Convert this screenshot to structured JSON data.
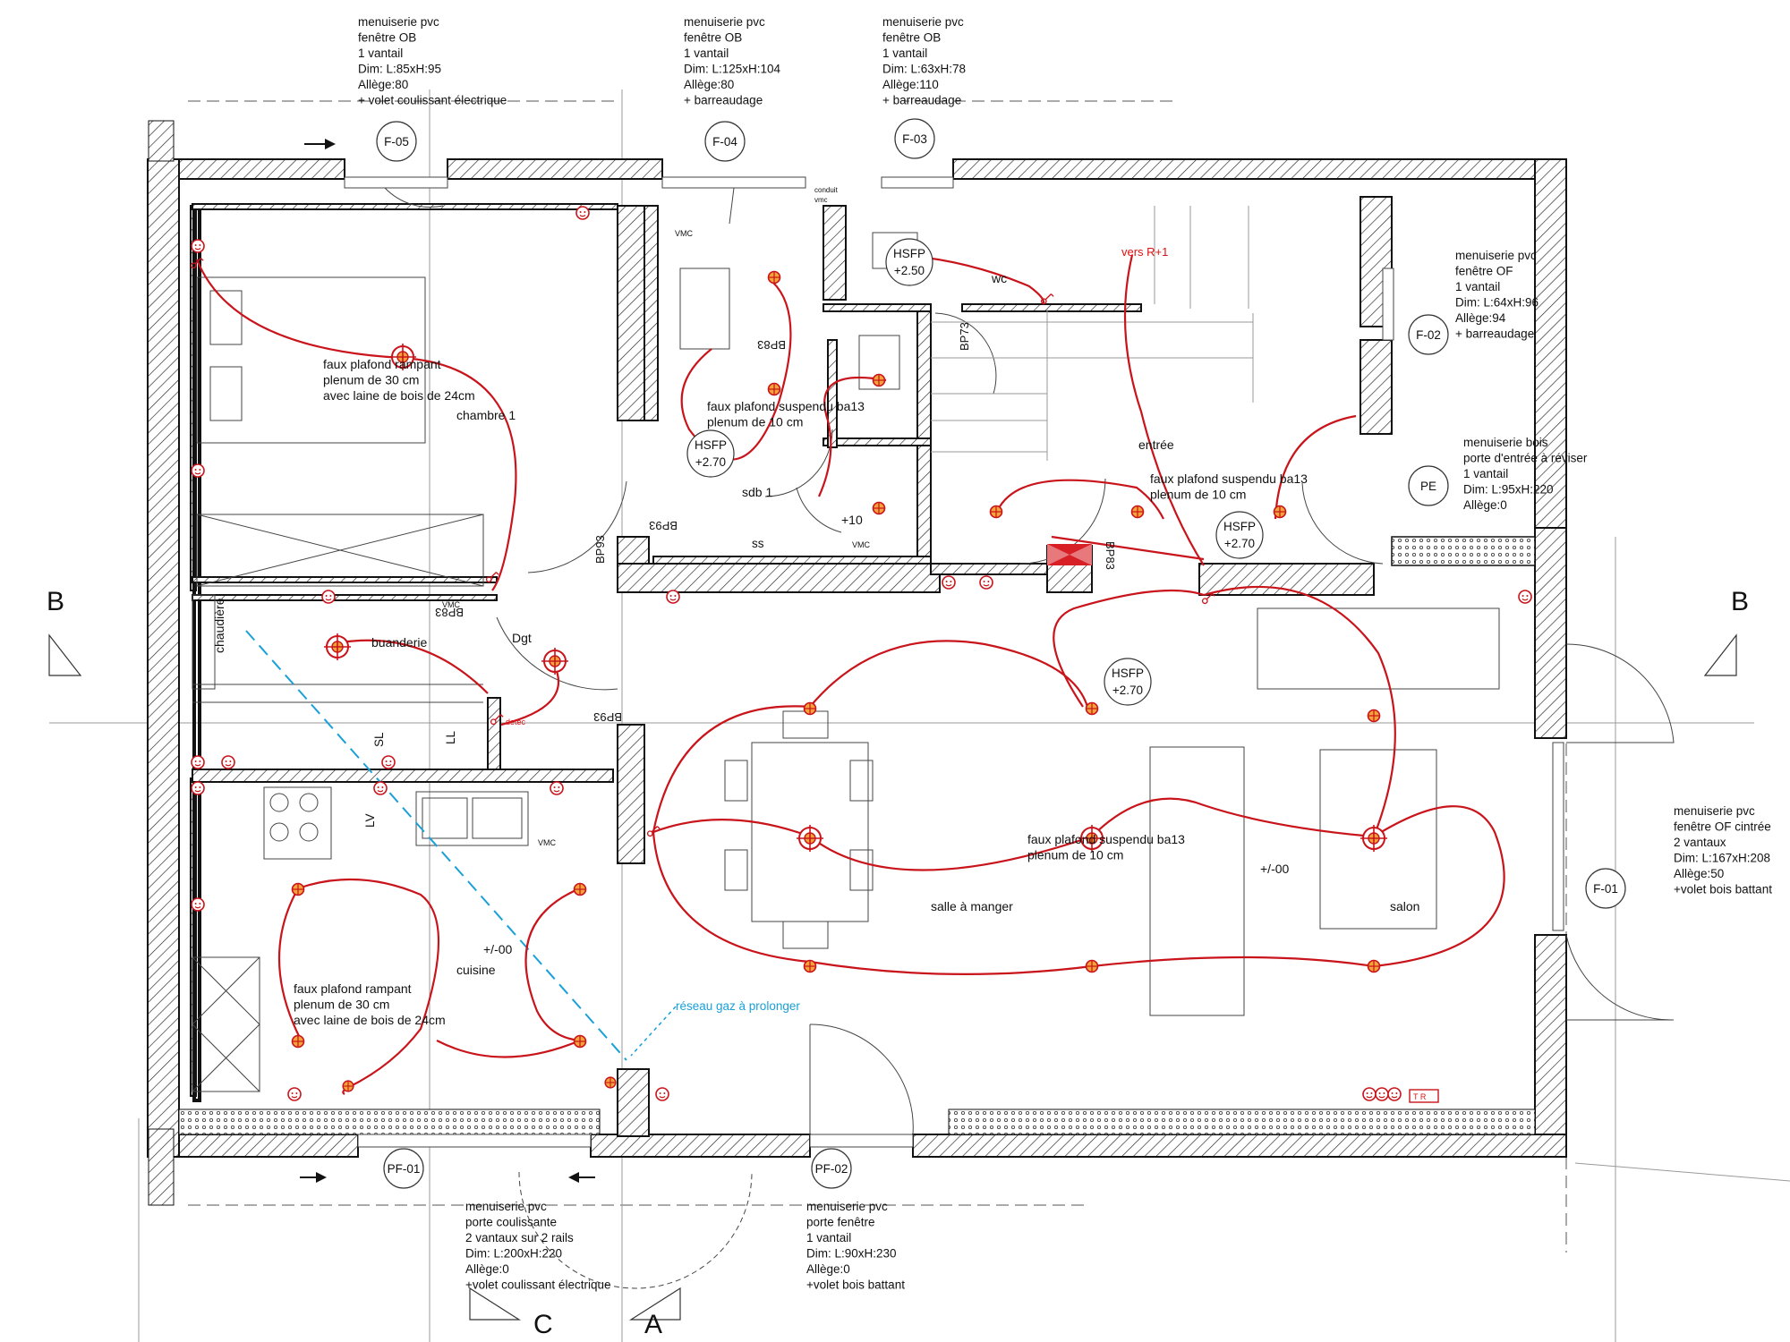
{
  "windows": [
    {
      "tag": "F-05",
      "lines": [
        "menuiserie pvc",
        "fenêtre OB",
        "1 vantail",
        "Dim: L:85xH:95",
        "Allège:80",
        "+ volet coulissant électrique"
      ]
    },
    {
      "tag": "F-04",
      "lines": [
        "menuiserie pvc",
        "fenêtre OB",
        "1 vantail",
        "Dim: L:125xH:104",
        "Allège:80",
        "+ barreaudage"
      ]
    },
    {
      "tag": "F-03",
      "lines": [
        "menuiserie pvc",
        "fenêtre OB",
        "1 vantail",
        "Dim: L:63xH:78",
        "Allège:110",
        "+ barreaudage"
      ]
    },
    {
      "tag": "F-02",
      "lines": [
        "menuiserie pvc",
        "fenêtre OF",
        "1 vantail",
        "Dim: L:64xH:96",
        "Allège:94",
        "+ barreaudage"
      ]
    },
    {
      "tag": "PE",
      "lines": [
        "menuiserie bois",
        "porte d'entrée à réviser",
        "1 vantail",
        "Dim: L:95xH:220",
        "Allège:0"
      ]
    },
    {
      "tag": "F-01",
      "lines": [
        "menuiserie pvc",
        "fenêtre OF cintrée",
        "2 vantaux",
        "Dim: L:167xH:208",
        "Allège:50",
        "+volet bois battant"
      ]
    },
    {
      "tag": "PF-01",
      "lines": [
        "menuiserie pvc",
        "porte coulissante",
        "2 vantaux sur 2 rails",
        "Dim: L:200xH:220",
        "Allège:0",
        "+volet coulissant électrique"
      ]
    },
    {
      "tag": "PF-02",
      "lines": [
        "menuiserie pvc",
        "porte fenêtre",
        "1 vantail",
        "Dim: L:90xH:230",
        "Allège:0",
        "+volet bois battant"
      ]
    }
  ],
  "rooms": {
    "chambre": "chambre 1",
    "sdb": "sdb 1",
    "wc": "wc",
    "entree": "entrée",
    "buanderie": "buanderie",
    "dgt": "Dgt",
    "cuisine": "cuisine",
    "salle": "salle à manger",
    "salon": "salon",
    "chaudiere": "chaudière"
  },
  "ceilings": {
    "chambre": [
      "faux plafond rampant",
      "plenum de 30 cm",
      "avec laine de bois de 24cm"
    ],
    "sdb": [
      "faux plafond suspendu ba13",
      "plenum de 10 cm"
    ],
    "entree": [
      "faux plafond suspendu ba13",
      "plenum de 10 cm"
    ],
    "sejour": [
      "faux plafond suspendu ba13",
      "plenum de 10 cm"
    ],
    "cuisine": [
      "faux plafond rampant",
      "plenum de 30 cm",
      "avec laine de bois de 24cm"
    ]
  },
  "heights": {
    "h_sdb": [
      "HSFP",
      "+2.70"
    ],
    "h_wc": [
      "HSFP",
      "+2.50"
    ],
    "h_entree": [
      "HSFP",
      "+2.70"
    ],
    "h_sejour": [
      "HSFP",
      "+2.70"
    ]
  },
  "levels": {
    "sdb": "+10",
    "sejour": "+/-00",
    "cuisine": "+/-00"
  },
  "misc": {
    "vers": "vers R+1",
    "ss": "ss",
    "sl": "SL",
    "ll": "LL",
    "lv": "LV",
    "vmc": "VMC",
    "conduit": "conduit",
    "vmc_small": "vmc",
    "gaz": "réseau gaz à prolonger",
    "detect": "detec",
    "tr": "T R"
  },
  "bp": {
    "bp83a": "BP83",
    "bp73": "BP73",
    "bp93a": "BP93",
    "bp93b": "BP93",
    "bp83b": "BP83",
    "bp93c": "BP93",
    "bp83c": "BP83"
  },
  "sections": {
    "b_left": "B",
    "b_right": "B",
    "c": "C",
    "a": "A"
  },
  "colors": {
    "circuit": "#c8141a",
    "gas": "#1aa0d8",
    "walls": "#111111"
  }
}
